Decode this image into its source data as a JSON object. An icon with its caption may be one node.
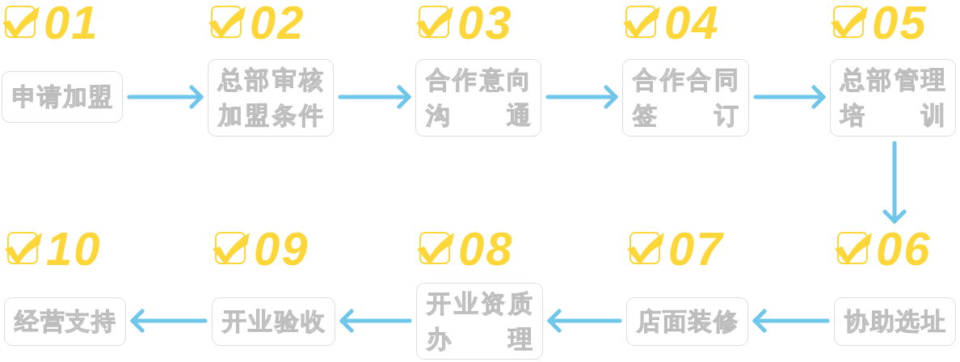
{
  "diagram": {
    "nodes": [
      {
        "text": [
          "01",
          "申请加盟"
        ]
      },
      {
        "text": [
          "02",
          "总部审核加盟条件"
        ]
      },
      {
        "text": [
          "03",
          "合作意向沟通"
        ]
      },
      {
        "text": [
          "04",
          "合作合同签订"
        ]
      },
      {
        "text": [
          "05",
          "总部管理培训"
        ]
      },
      {
        "text": [
          "06",
          "协助选址"
        ]
      },
      {
        "text": [
          "07",
          "店面装修"
        ]
      },
      {
        "text": [
          "08",
          "开业资质办理"
        ]
      },
      {
        "text": [
          "09",
          "开业验收"
        ]
      },
      {
        "text": [
          "10",
          "经营支持"
        ]
      }
    ],
    "edges": [
      {
        "from": 0,
        "to": 1,
        "arrow": "to"
      },
      {
        "from": 1,
        "to": 2,
        "arrow": "to"
      },
      {
        "from": 2,
        "to": 3,
        "arrow": "to"
      },
      {
        "from": 3,
        "to": 4,
        "arrow": "to"
      },
      {
        "from": 4,
        "to": 5,
        "arrow": "to"
      },
      {
        "from": 5,
        "to": 6,
        "arrow": "to"
      },
      {
        "from": 6,
        "to": 7,
        "arrow": "to"
      },
      {
        "from": 7,
        "to": 8,
        "arrow": "to"
      },
      {
        "from": 8,
        "to": 9,
        "arrow": "to"
      }
    ]
  }
}
